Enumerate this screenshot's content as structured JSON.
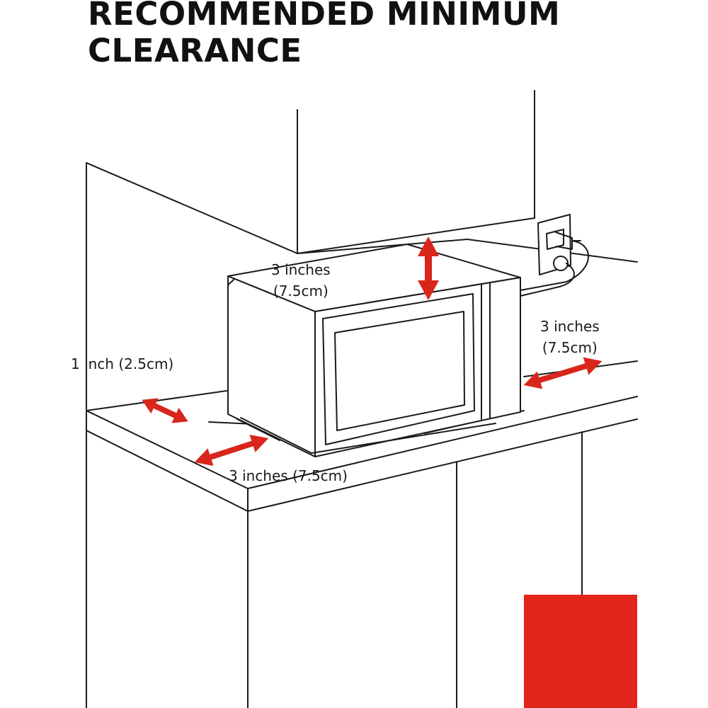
{
  "title": {
    "line1": "RECOMMENDED MINIMUM",
    "line2": "CLEARANCE"
  },
  "labels": {
    "top_line1": "3 inches",
    "top_line2": "(7.5cm)",
    "right_line1": "3 inches",
    "right_line2": "(7.5cm)",
    "left": "1 inch (2.5cm)",
    "front": "3 inches (7.5cm)"
  },
  "colors": {
    "arrow": "#d9261c",
    "accent": "#e3241b",
    "line": "#1a1a1a"
  }
}
